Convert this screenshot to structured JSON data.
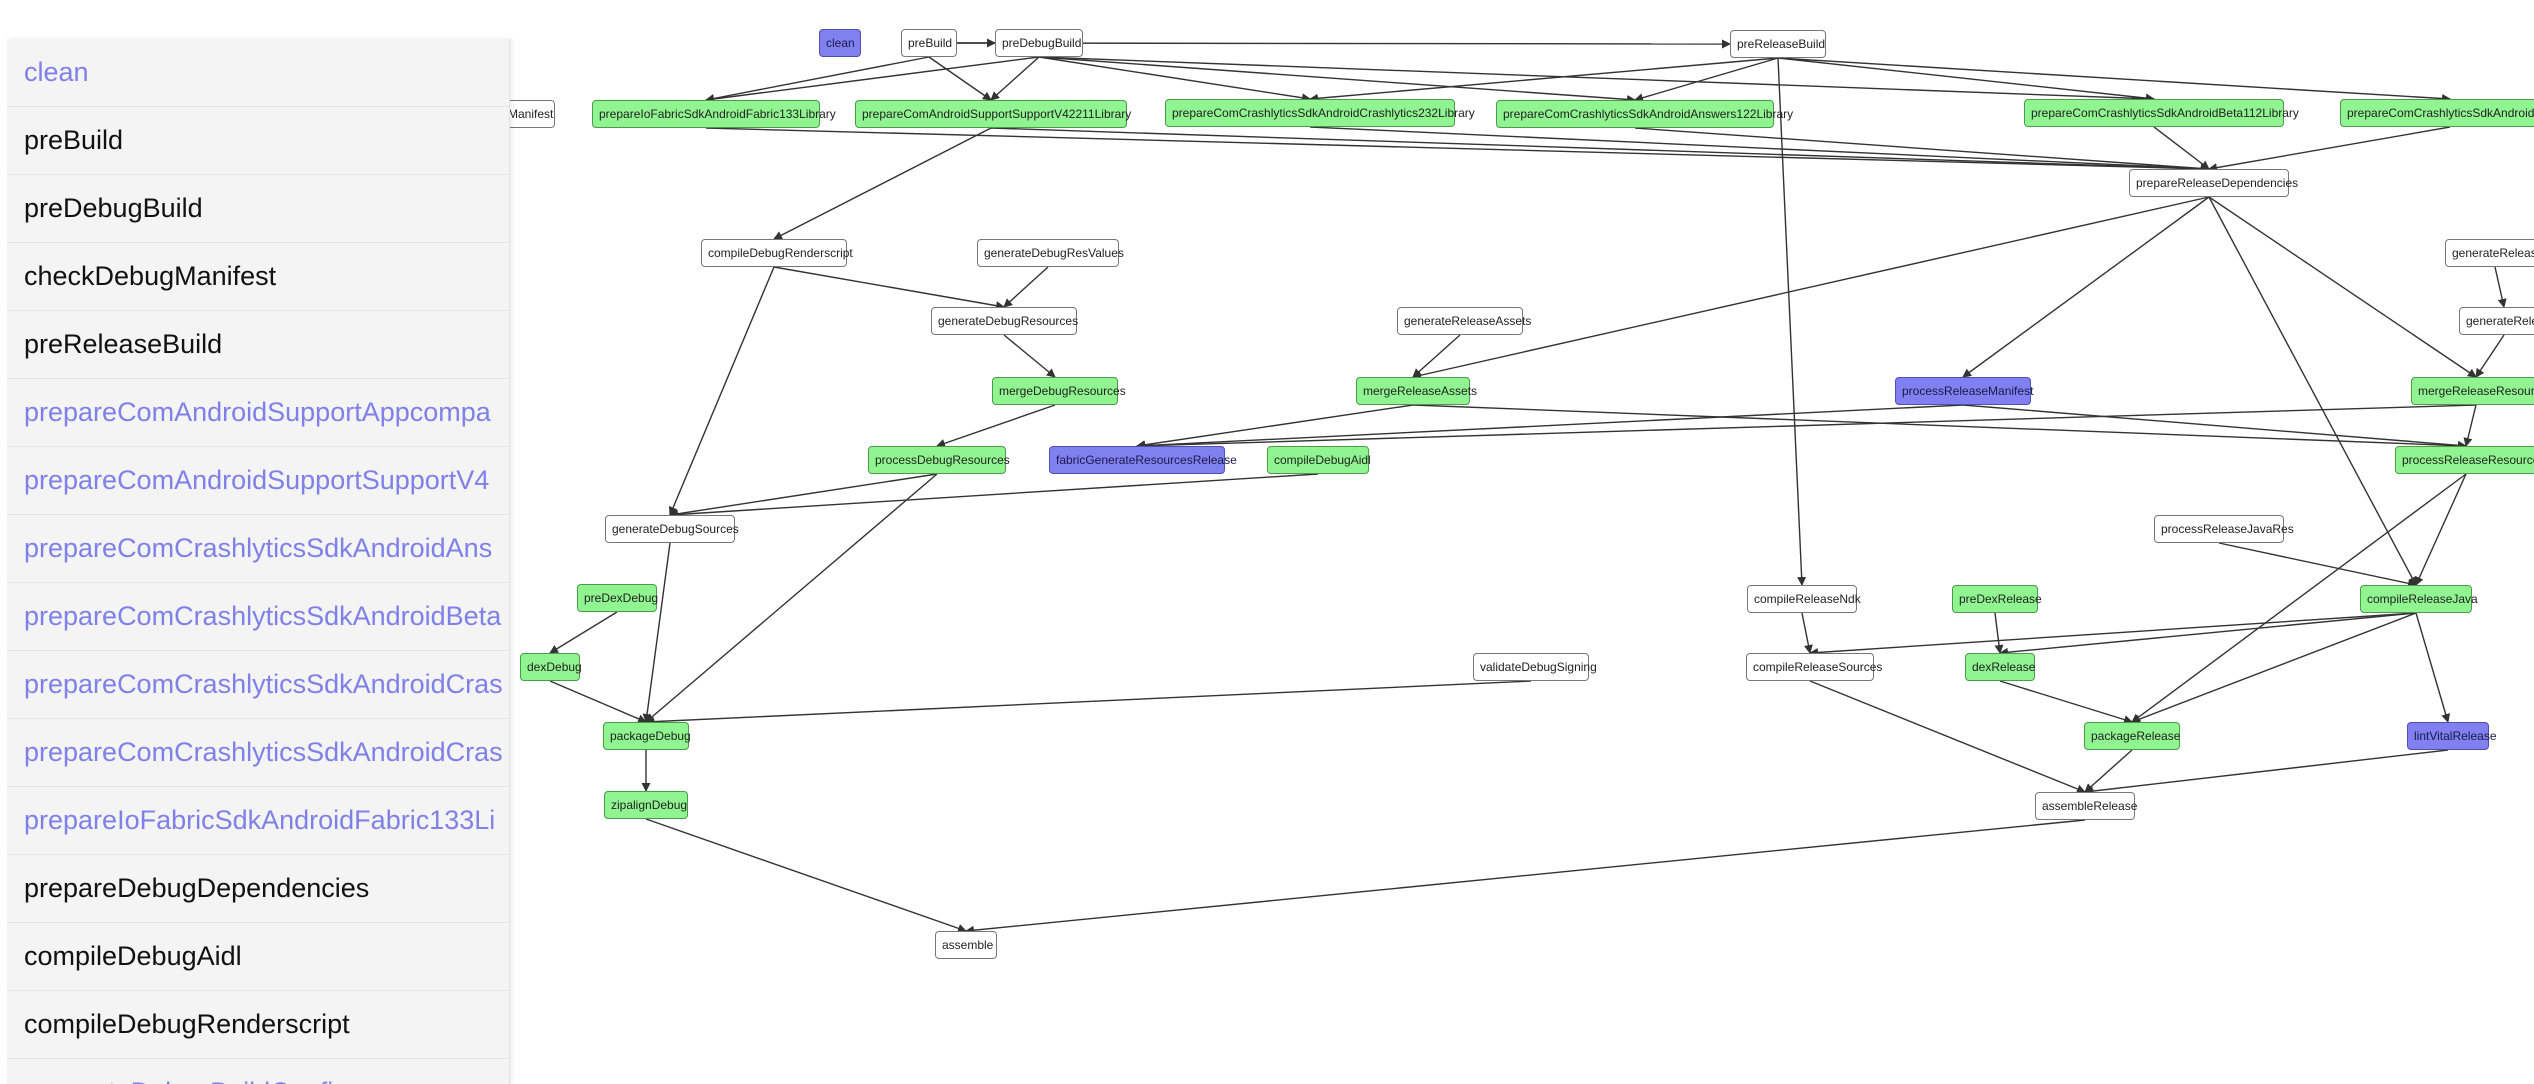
{
  "colors": {
    "executed": "#90f590",
    "up_to_date": "#8080f0",
    "not_executed": "#ffffff",
    "sidebar_link": "#7f80e8",
    "edge": "#333333"
  },
  "sidebar": {
    "items": [
      {
        "label": "clean",
        "state": "up-to-date"
      },
      {
        "label": "preBuild",
        "state": "normal"
      },
      {
        "label": "preDebugBuild",
        "state": "normal"
      },
      {
        "label": "checkDebugManifest",
        "state": "normal"
      },
      {
        "label": "preReleaseBuild",
        "state": "normal"
      },
      {
        "label": "prepareComAndroidSupportAppcompa",
        "state": "up-to-date"
      },
      {
        "label": "prepareComAndroidSupportSupportV4",
        "state": "up-to-date"
      },
      {
        "label": "prepareComCrashlyticsSdkAndroidAns",
        "state": "up-to-date"
      },
      {
        "label": "prepareComCrashlyticsSdkAndroidBeta",
        "state": "up-to-date"
      },
      {
        "label": "prepareComCrashlyticsSdkAndroidCras",
        "state": "up-to-date"
      },
      {
        "label": "prepareComCrashlyticsSdkAndroidCras",
        "state": "up-to-date"
      },
      {
        "label": "prepareIoFabricSdkAndroidFabric133Li",
        "state": "up-to-date"
      },
      {
        "label": "prepareDebugDependencies",
        "state": "normal"
      },
      {
        "label": "compileDebugAidl",
        "state": "normal"
      },
      {
        "label": "compileDebugRenderscript",
        "state": "normal"
      },
      {
        "label": "generateDebugBuildConfig",
        "state": "up-to-date"
      }
    ]
  },
  "graph": {
    "nodes": [
      {
        "id": "clean",
        "label": "clean",
        "status": "up-to-date"
      },
      {
        "id": "preBuild",
        "label": "preBuild",
        "status": "not-executed"
      },
      {
        "id": "preDebugBuild",
        "label": "preDebugBuild",
        "status": "not-executed"
      },
      {
        "id": "preReleaseBuild",
        "label": "preReleaseBuild",
        "status": "not-executed"
      },
      {
        "id": "checkManifest",
        "label": "Manifest",
        "status": "not-executed"
      },
      {
        "id": "fabricLib",
        "label": "prepareIoFabricSdkAndroidFabric133Library",
        "status": "executed"
      },
      {
        "id": "supportLib",
        "label": "prepareComAndroidSupportSupportV42211Library",
        "status": "executed"
      },
      {
        "id": "crashlyticsLib",
        "label": "prepareComCrashlyticsSdkAndroidCrashlytics232Library",
        "status": "executed"
      },
      {
        "id": "answersLib",
        "label": "prepareComCrashlyticsSdkAndroidAnswers122Library",
        "status": "executed"
      },
      {
        "id": "betaLib",
        "label": "prepareComCrashlyticsSdkAndroidBeta112Library",
        "status": "executed"
      },
      {
        "id": "crashLib2",
        "label": "prepareComCrashlyticsSdkAndroidCrashl",
        "status": "executed"
      },
      {
        "id": "prepRelDeps",
        "label": "prepareReleaseDependencies",
        "status": "not-executed"
      },
      {
        "id": "compileDebugRenderscript",
        "label": "compileDebugRenderscript",
        "status": "not-executed"
      },
      {
        "id": "genDebugResValues",
        "label": "generateDebugResValues",
        "status": "not-executed"
      },
      {
        "id": "genDebugResources",
        "label": "generateDebugResources",
        "status": "not-executed"
      },
      {
        "id": "genReleaseAssets",
        "label": "generateReleaseAssets",
        "status": "not-executed"
      },
      {
        "id": "genReleaseRight1",
        "label": "generateRelease",
        "status": "not-executed"
      },
      {
        "id": "genReleaseRight2",
        "label": "generateReleas",
        "status": "not-executed"
      },
      {
        "id": "mergeDebugResources",
        "label": "mergeDebugResources",
        "status": "executed"
      },
      {
        "id": "mergeReleaseAssets",
        "label": "mergeReleaseAssets",
        "status": "executed"
      },
      {
        "id": "processReleaseManifest",
        "label": "processReleaseManifest",
        "status": "up-to-date"
      },
      {
        "id": "mergeReleaseResources",
        "label": "mergeReleaseResources",
        "status": "executed"
      },
      {
        "id": "processDebugResources",
        "label": "processDebugResources",
        "status": "executed"
      },
      {
        "id": "fabricGenRes",
        "label": "fabricGenerateResourcesRelease",
        "status": "up-to-date"
      },
      {
        "id": "compileDebugAidl",
        "label": "compileDebugAidl",
        "status": "executed"
      },
      {
        "id": "processReleaseResources",
        "label": "processReleaseResources",
        "status": "executed"
      },
      {
        "id": "genDebugSources",
        "label": "generateDebugSources",
        "status": "not-executed"
      },
      {
        "id": "processReleaseJavaRes",
        "label": "processReleaseJavaRes",
        "status": "not-executed"
      },
      {
        "id": "preDexDebug",
        "label": "preDexDebug",
        "status": "executed"
      },
      {
        "id": "compileReleaseNdk",
        "label": "compileReleaseNdk",
        "status": "not-executed"
      },
      {
        "id": "preDexRelease",
        "label": "preDexRelease",
        "status": "executed"
      },
      {
        "id": "compileReleaseJava",
        "label": "compileReleaseJava",
        "status": "executed"
      },
      {
        "id": "dexDebug",
        "label": "dexDebug",
        "status": "executed"
      },
      {
        "id": "validateDebugSigning",
        "label": "validateDebugSigning",
        "status": "not-executed"
      },
      {
        "id": "compileReleaseSources",
        "label": "compileReleaseSources",
        "status": "not-executed"
      },
      {
        "id": "dexRelease",
        "label": "dexRelease",
        "status": "executed"
      },
      {
        "id": "packageDebug",
        "label": "packageDebug",
        "status": "executed"
      },
      {
        "id": "packageRelease",
        "label": "packageRelease",
        "status": "executed"
      },
      {
        "id": "lintVitalRelease",
        "label": "lintVitalRelease",
        "status": "up-to-date"
      },
      {
        "id": "zipalignDebug",
        "label": "zipalignDebug",
        "status": "executed"
      },
      {
        "id": "assembleRelease",
        "label": "assembleRelease",
        "status": "not-executed"
      },
      {
        "id": "assemble",
        "label": "assemble",
        "status": "not-executed"
      }
    ],
    "edges": [
      [
        "preBuild",
        "preDebugBuild"
      ],
      [
        "preBuild",
        "preReleaseBuild"
      ],
      [
        "preBuild",
        "fabricLib"
      ],
      [
        "preBuild",
        "supportLib"
      ],
      [
        "preDebugBuild",
        "fabricLib"
      ],
      [
        "preDebugBuild",
        "supportLib"
      ],
      [
        "preDebugBuild",
        "crashlyticsLib"
      ],
      [
        "preDebugBuild",
        "answersLib"
      ],
      [
        "preDebugBuild",
        "betaLib"
      ],
      [
        "preReleaseBuild",
        "crashlyticsLib"
      ],
      [
        "preReleaseBuild",
        "answersLib"
      ],
      [
        "preReleaseBuild",
        "betaLib"
      ],
      [
        "preReleaseBuild",
        "crashLib2"
      ],
      [
        "preReleaseBuild",
        "compileReleaseNdk"
      ],
      [
        "fabricLib",
        "prepRelDeps"
      ],
      [
        "supportLib",
        "prepRelDeps"
      ],
      [
        "crashlyticsLib",
        "prepRelDeps"
      ],
      [
        "answersLib",
        "prepRelDeps"
      ],
      [
        "betaLib",
        "prepRelDeps"
      ],
      [
        "crashLib2",
        "prepRelDeps"
      ],
      [
        "supportLib",
        "compileDebugRenderscript"
      ],
      [
        "compileDebugRenderscript",
        "genDebugResources"
      ],
      [
        "genDebugResValues",
        "genDebugResources"
      ],
      [
        "genDebugResources",
        "mergeDebugResources"
      ],
      [
        "genReleaseAssets",
        "mergeReleaseAssets"
      ],
      [
        "genReleaseRight1",
        "genReleaseRight2"
      ],
      [
        "genReleaseRight2",
        "mergeReleaseResources"
      ],
      [
        "prepRelDeps",
        "mergeReleaseAssets"
      ],
      [
        "prepRelDeps",
        "processReleaseManifest"
      ],
      [
        "prepRelDeps",
        "mergeReleaseResources"
      ],
      [
        "prepRelDeps",
        "compileReleaseJava"
      ],
      [
        "mergeDebugResources",
        "processDebugResources"
      ],
      [
        "mergeReleaseAssets",
        "processReleaseResources"
      ],
      [
        "mergeReleaseAssets",
        "fabricGenRes"
      ],
      [
        "processReleaseManifest",
        "processReleaseResources"
      ],
      [
        "processReleaseManifest",
        "fabricGenRes"
      ],
      [
        "mergeReleaseResources",
        "processReleaseResources"
      ],
      [
        "mergeReleaseResources",
        "fabricGenRes"
      ],
      [
        "processDebugResources",
        "genDebugSources"
      ],
      [
        "processDebugResources",
        "packageDebug"
      ],
      [
        "compileDebugAidl",
        "genDebugSources"
      ],
      [
        "compileDebugRenderscript",
        "genDebugSources"
      ],
      [
        "processReleaseResources",
        "packageRelease"
      ],
      [
        "processReleaseResources",
        "compileReleaseJava"
      ],
      [
        "processReleaseJavaRes",
        "compileReleaseJava"
      ],
      [
        "compileReleaseNdk",
        "compileReleaseSources"
      ],
      [
        "compileReleaseJava",
        "compileReleaseSources"
      ],
      [
        "compileReleaseJava",
        "dexRelease"
      ],
      [
        "compileReleaseJava",
        "packageRelease"
      ],
      [
        "compileReleaseJava",
        "lintVitalRelease"
      ],
      [
        "preDexRelease",
        "dexRelease"
      ],
      [
        "dexRelease",
        "packageRelease"
      ],
      [
        "preDexDebug",
        "dexDebug"
      ],
      [
        "genDebugSources",
        "packageDebug"
      ],
      [
        "dexDebug",
        "packageDebug"
      ],
      [
        "validateDebugSigning",
        "packageDebug"
      ],
      [
        "packageDebug",
        "zipalignDebug"
      ],
      [
        "compileReleaseSources",
        "assembleRelease"
      ],
      [
        "packageRelease",
        "assembleRelease"
      ],
      [
        "lintVitalRelease",
        "assembleRelease"
      ],
      [
        "assembleRelease",
        "assemble"
      ],
      [
        "zipalignDebug",
        "assemble"
      ]
    ]
  }
}
